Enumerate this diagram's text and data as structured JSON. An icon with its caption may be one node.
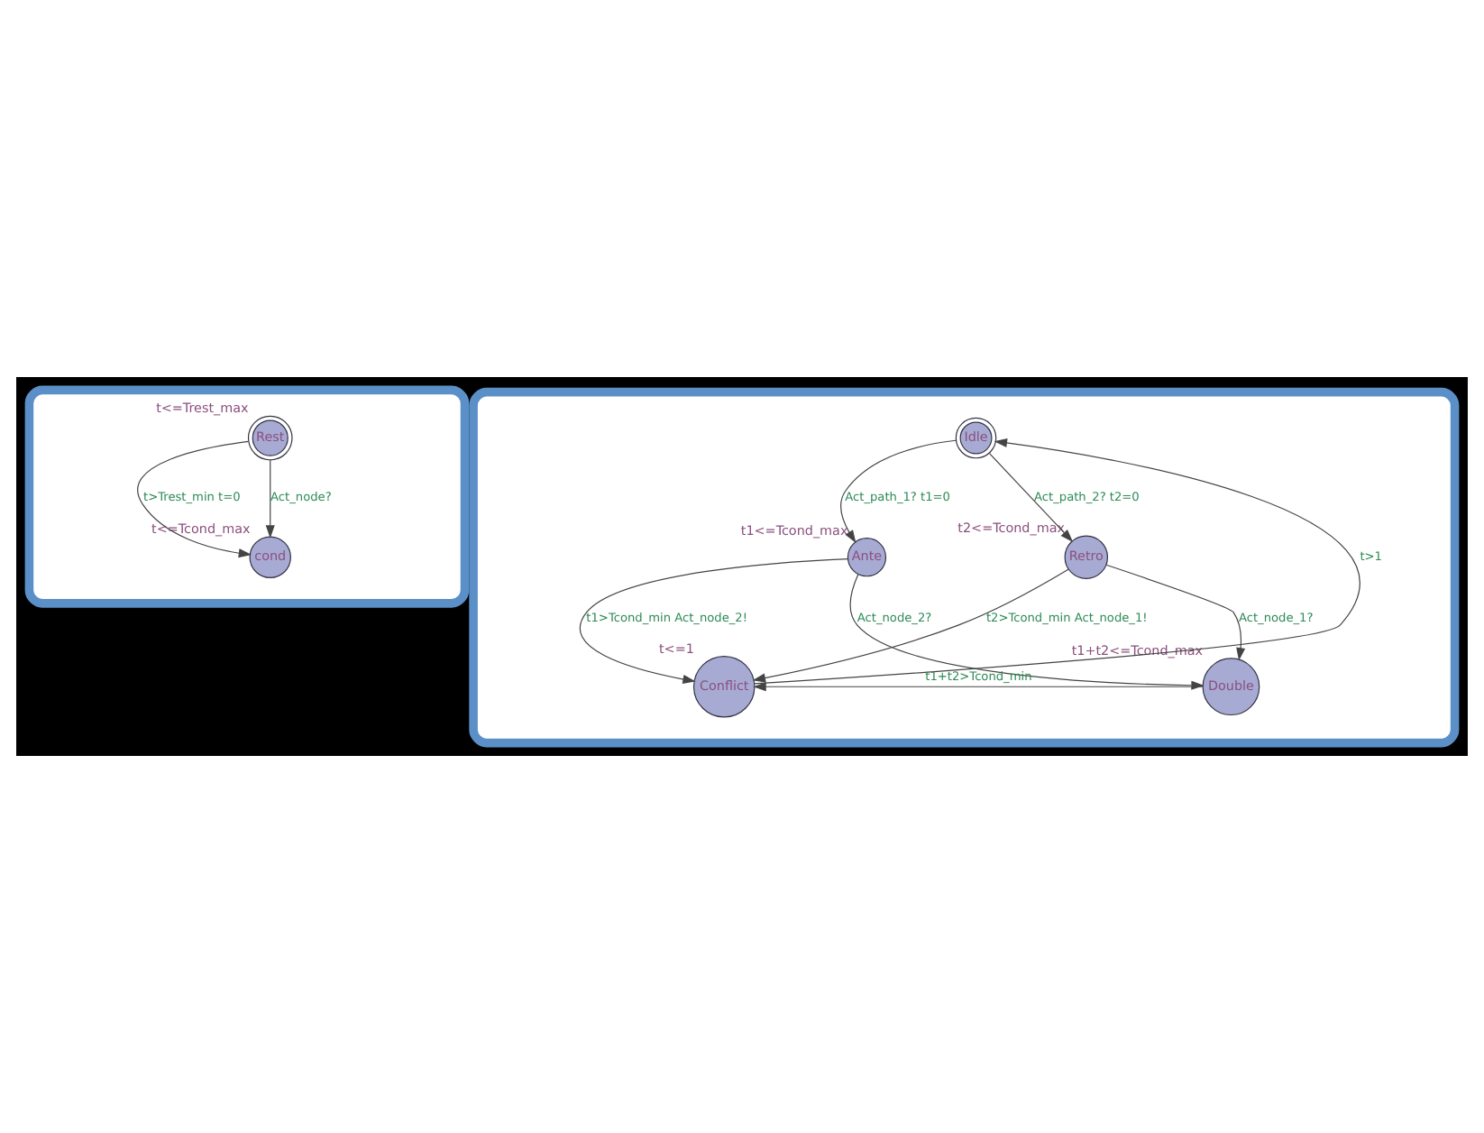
{
  "diagram": {
    "nodes": [
      {
        "text": [],
        "shape": "box"
      },
      {
        "text": [
          "Rest"
        ],
        "beside": [
          "t<=Trest_max"
        ],
        "in": 0
      },
      {
        "text": [
          "cond"
        ],
        "beside": [
          "t<=Tcond_max"
        ],
        "in": 0
      },
      {
        "text": [],
        "shape": "box"
      },
      {
        "text": [
          "Idle"
        ],
        "in": 3
      },
      {
        "text": [
          "Ante"
        ],
        "beside": [
          "t1<=Tcond_max"
        ],
        "in": 3
      },
      {
        "text": [
          "Conflict"
        ],
        "beside": [
          "t<=1"
        ],
        "in": 3
      },
      {
        "text": [
          "Retro"
        ],
        "beside": [
          "t2<=Tcond_max"
        ],
        "in": 3
      },
      {
        "text": [
          "Double"
        ],
        "beside": [
          "t1+t2<=Tcond_max"
        ],
        "in": 3
      }
    ],
    "edges": [
      {
        "from": 1,
        "to": 2,
        "arrow": "to",
        "label": "t>Trest_min t=0"
      },
      {
        "from": 1,
        "to": 2,
        "arrow": "to",
        "label": "Act_node?"
      },
      {
        "from": 4,
        "to": 5,
        "arrow": "to",
        "label": "Act_path_1? t1=0"
      },
      {
        "from": 4,
        "to": 7,
        "arrow": "to",
        "label": "Act_path_2? t2=0"
      },
      {
        "from": 6,
        "to": 4,
        "arrow": "to",
        "label": "t>1"
      },
      {
        "from": 5,
        "to": 6,
        "arrow": "to",
        "label": "t1>Tcond_min Act_node_2!"
      },
      {
        "from": 7,
        "to": 6,
        "arrow": "to",
        "label": "t2>Tcond_min Act_node_1!"
      },
      {
        "from": 5,
        "to": 8,
        "arrow": "to",
        "label": "Act_node_2?"
      },
      {
        "from": 7,
        "to": 8,
        "arrow": "to",
        "label": "Act_node_1?"
      },
      {
        "from": 8,
        "to": 6,
        "arrow": "to",
        "label": "t1+t2>Tcond_min"
      }
    ]
  }
}
